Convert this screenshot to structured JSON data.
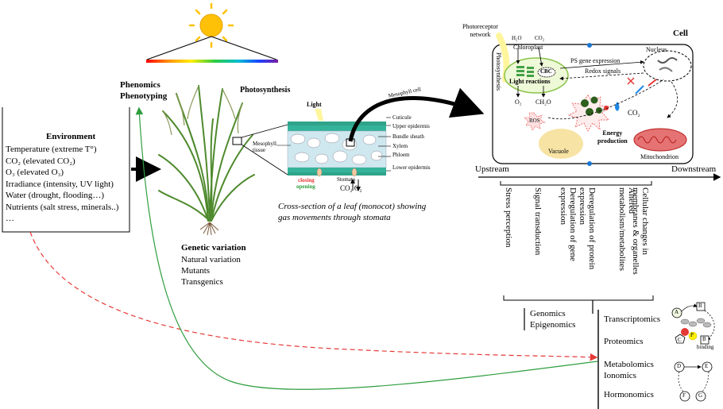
{
  "environment": {
    "title": "Environment",
    "items": [
      "Temperature  (extreme T°)",
      "CO₂ (elevated CO₂)",
      "O₃ (elevated O₃)",
      "Irradiance  (intensity,  UV light)",
      "Water (drought, flooding…)",
      "Nutrients  (salt stress, minerals..)",
      "…"
    ]
  },
  "phenomics": {
    "line1": "Phenomics",
    "line2": "Phenotyping"
  },
  "genetic": {
    "title": "Genetic variation",
    "items": [
      "Natural variation",
      "Mutants",
      "Transgenics"
    ]
  },
  "leaf": {
    "photosynthesis": "Photosynthesis",
    "light": "Light",
    "mesophyll_cell": "Mesophyll cell",
    "mesophyll_tissue": "Mesophyll tissue",
    "layers": [
      "Cuticule",
      "Upper epidermis",
      "Bundle sheath",
      "Xylem",
      "Phloem",
      "Lower epidermis"
    ],
    "stomata": "Stomata",
    "closing": "closing",
    "opening": "opening",
    "gases": "CO₂ O₂",
    "caption_line1": "Cross-section of a leaf (monocot) showing",
    "caption_line2": "gas movements through stomata"
  },
  "cell": {
    "title": "Cell",
    "photoreceptor_line1": "Photoreceptor",
    "photoreceptor_line2": "network",
    "photosynthesis": "Photosynthesis",
    "h2o": "H₂O",
    "co2_top": "CO₂",
    "chloroplast": "Chloroplast",
    "cbc": "CBC",
    "light_reactions": "Light reactions",
    "o2": "O₂",
    "ch2o": "CH₂O",
    "ros": "ROS",
    "nucleus": "Nucleus",
    "ps_gene": "PS gene expression",
    "redox": "Redox signals",
    "co2_mid": "CO₂",
    "energy_line1": "Energy",
    "energy_line2": "production",
    "vacuole": "Vacuole",
    "mitochondrion": "Mitochondrion"
  },
  "axis": {
    "upstream": "Upstream",
    "downstream": "Downstream"
  },
  "processes": [
    "Stress perception",
    "Signal transduction",
    "Deregulation  of gene expression",
    "Deregulation  of protein expression",
    "Altered metabolism/metabolites",
    "Cellular changes in membranes & organelles"
  ],
  "omics": {
    "genomics": "Genomics",
    "epigenomics": "Epigenomics",
    "transcriptomics": "Transcriptomics",
    "proteomics": "Proteomics",
    "metabolomics": "Metabolomics",
    "ionomics": "Ionomics",
    "hormonomics": "Hormonomics"
  },
  "network": {
    "nodes": [
      "A",
      "B",
      "C",
      "P",
      "B",
      "D",
      "E",
      "F",
      "G"
    ],
    "binding": "binding"
  },
  "colors": {
    "arrow_red": "#e53935",
    "arrow_green": "#2e9e3e",
    "chloroplast": "#8bc34a",
    "vacuole": "#f7e3a3",
    "mitochondrion": "#e57373",
    "sun": "#ffc107",
    "leaf_cells": "#cfe7ee"
  }
}
